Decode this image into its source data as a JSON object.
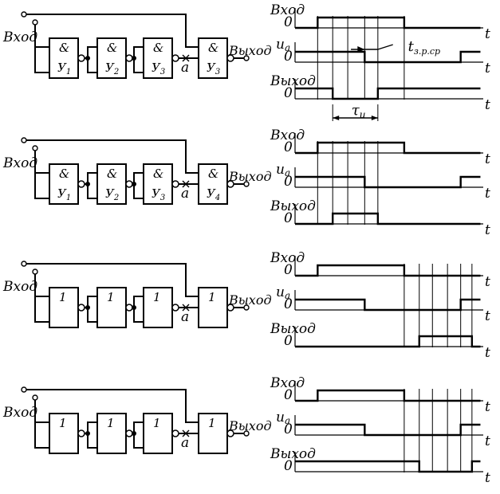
{
  "circuits": [
    {
      "gate_symbol": "&",
      "gate_names": [
        "У1",
        "У2",
        "У3",
        "У3"
      ],
      "input_label": "Вход",
      "output_label": "Выход",
      "node_label": "a"
    },
    {
      "gate_symbol": "&",
      "gate_names": [
        "У1",
        "У2",
        "У3",
        "У4"
      ],
      "input_label": "Вход",
      "output_label": "Выход",
      "node_label": "a"
    },
    {
      "gate_symbol": "1",
      "gate_names": [
        "",
        "",
        "",
        ""
      ],
      "input_label": "Вход",
      "output_label": "Выход",
      "node_label": "a"
    },
    {
      "gate_symbol": "1",
      "gate_names": [
        "",
        "",
        "",
        ""
      ],
      "input_label": "Вход",
      "output_label": "Выход",
      "node_label": "a"
    }
  ],
  "chart_data": [
    {
      "type": "timing",
      "x_label": "t",
      "zero_label": "0",
      "delay_label": "tз.р.ср",
      "pulse_width_label": "τи",
      "signals": [
        {
          "name": "Вход",
          "levels": [
            [
              0,
              0
            ],
            [
              0.12,
              1
            ],
            [
              0.58,
              0
            ]
          ]
        },
        {
          "name": "uа",
          "levels": [
            [
              0,
              1
            ],
            [
              0.37,
              0
            ],
            [
              0.88,
              1
            ]
          ]
        },
        {
          "name": "Выход",
          "levels": [
            [
              0,
              1
            ],
            [
              0.2,
              0
            ],
            [
              0.44,
              1
            ]
          ]
        }
      ],
      "edge_markers": [
        0.12,
        0.2,
        0.28,
        0.37,
        0.44,
        0.58
      ]
    },
    {
      "type": "timing",
      "x_label": "t",
      "zero_label": "0",
      "signals": [
        {
          "name": "Вход",
          "levels": [
            [
              0,
              0
            ],
            [
              0.12,
              1
            ],
            [
              0.58,
              0
            ]
          ]
        },
        {
          "name": "uа",
          "levels": [
            [
              0,
              1
            ],
            [
              0.37,
              0
            ],
            [
              0.88,
              1
            ]
          ]
        },
        {
          "name": "Выход",
          "levels": [
            [
              0,
              0
            ],
            [
              0.2,
              1
            ],
            [
              0.44,
              0
            ]
          ]
        }
      ],
      "edge_markers": [
        0.12,
        0.2,
        0.28,
        0.37,
        0.44
      ]
    },
    {
      "type": "timing",
      "x_label": "t",
      "zero_label": "0",
      "signals": [
        {
          "name": "Вход",
          "levels": [
            [
              0,
              0
            ],
            [
              0.12,
              1
            ],
            [
              0.58,
              0
            ]
          ]
        },
        {
          "name": "uа",
          "levels": [
            [
              0,
              1
            ],
            [
              0.37,
              0
            ],
            [
              0.88,
              1
            ]
          ]
        },
        {
          "name": "Выход",
          "levels": [
            [
              0,
              0
            ],
            [
              0.66,
              1
            ],
            [
              0.94,
              0
            ]
          ]
        }
      ],
      "edge_markers": [
        0.58,
        0.66,
        0.73,
        0.81,
        0.88,
        0.94
      ]
    },
    {
      "type": "timing",
      "x_label": "t",
      "zero_label": "0",
      "signals": [
        {
          "name": "Вход",
          "levels": [
            [
              0,
              0
            ],
            [
              0.12,
              1
            ],
            [
              0.58,
              0
            ]
          ]
        },
        {
          "name": "uа",
          "levels": [
            [
              0,
              1
            ],
            [
              0.37,
              0
            ],
            [
              0.88,
              1
            ]
          ]
        },
        {
          "name": "Выход",
          "levels": [
            [
              0,
              1
            ],
            [
              0.66,
              0
            ],
            [
              0.94,
              1
            ]
          ]
        }
      ],
      "edge_markers": [
        0.58,
        0.66,
        0.73,
        0.81,
        0.88,
        0.94
      ]
    }
  ]
}
